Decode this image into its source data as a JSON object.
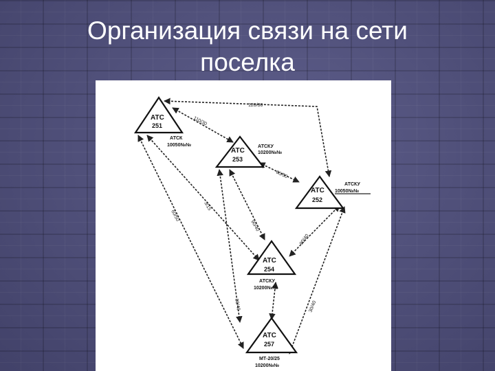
{
  "slide": {
    "title_line1": "Организация связи на сети",
    "title_line2": "поселка"
  },
  "diagram": {
    "nodes": [
      {
        "id": "251",
        "name": "ATC",
        "number": "251",
        "type": "АТСК",
        "capacity": "10050№№"
      },
      {
        "id": "253",
        "name": "ATC",
        "number": "253",
        "type": "АТСКУ",
        "capacity": "10200№№"
      },
      {
        "id": "252",
        "name": "ATC",
        "number": "252",
        "type": "АТСКУ",
        "capacity": "10050№№"
      },
      {
        "id": "254",
        "name": "ATC",
        "number": "254",
        "type": "АТСКУ",
        "capacity": "10200№№"
      },
      {
        "id": "257",
        "name": "ATC",
        "number": "257",
        "type": "МТ-20/25",
        "capacity": "10200№№"
      }
    ],
    "edge_labels": {
      "e251_252": "120/30",
      "e251_253": "110/30",
      "e253_252": "60/50",
      "e251_257": "60/50",
      "e253_257": "3/15",
      "e253_254": "90/40",
      "e252_254": "90/40",
      "e252_257": "30/40",
      "e254_257": "30/40"
    },
    "colors": {
      "lines": "#222222",
      "nodes": "#111111",
      "panel": "#ffffff"
    }
  }
}
